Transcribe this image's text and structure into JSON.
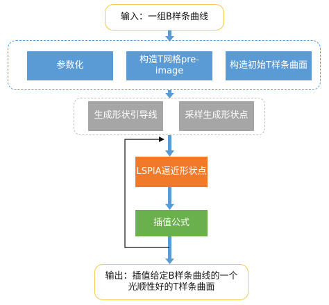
{
  "nodes": {
    "input": "输入：一组B样条曲线",
    "parametrize": "参数化",
    "construct_preimage": "构造T网格pre-image",
    "construct_initial": "构造初始T样条曲面",
    "shape_guide": "生成形状引导线",
    "sample_points": "采样生成形状点",
    "lspia": "LSPIA逼近形状点",
    "interpolation": "插值公式",
    "output": "输出：插值给定B样条曲线的一个光顺性好的T样条曲面"
  },
  "colors": {
    "io_border": "#f2c94c",
    "blue": "#5b9bd5",
    "gray": "#a6a6a6",
    "orange": "#f07a2a",
    "green": "#6ab04c",
    "arrow": "#5b9bd5"
  }
}
